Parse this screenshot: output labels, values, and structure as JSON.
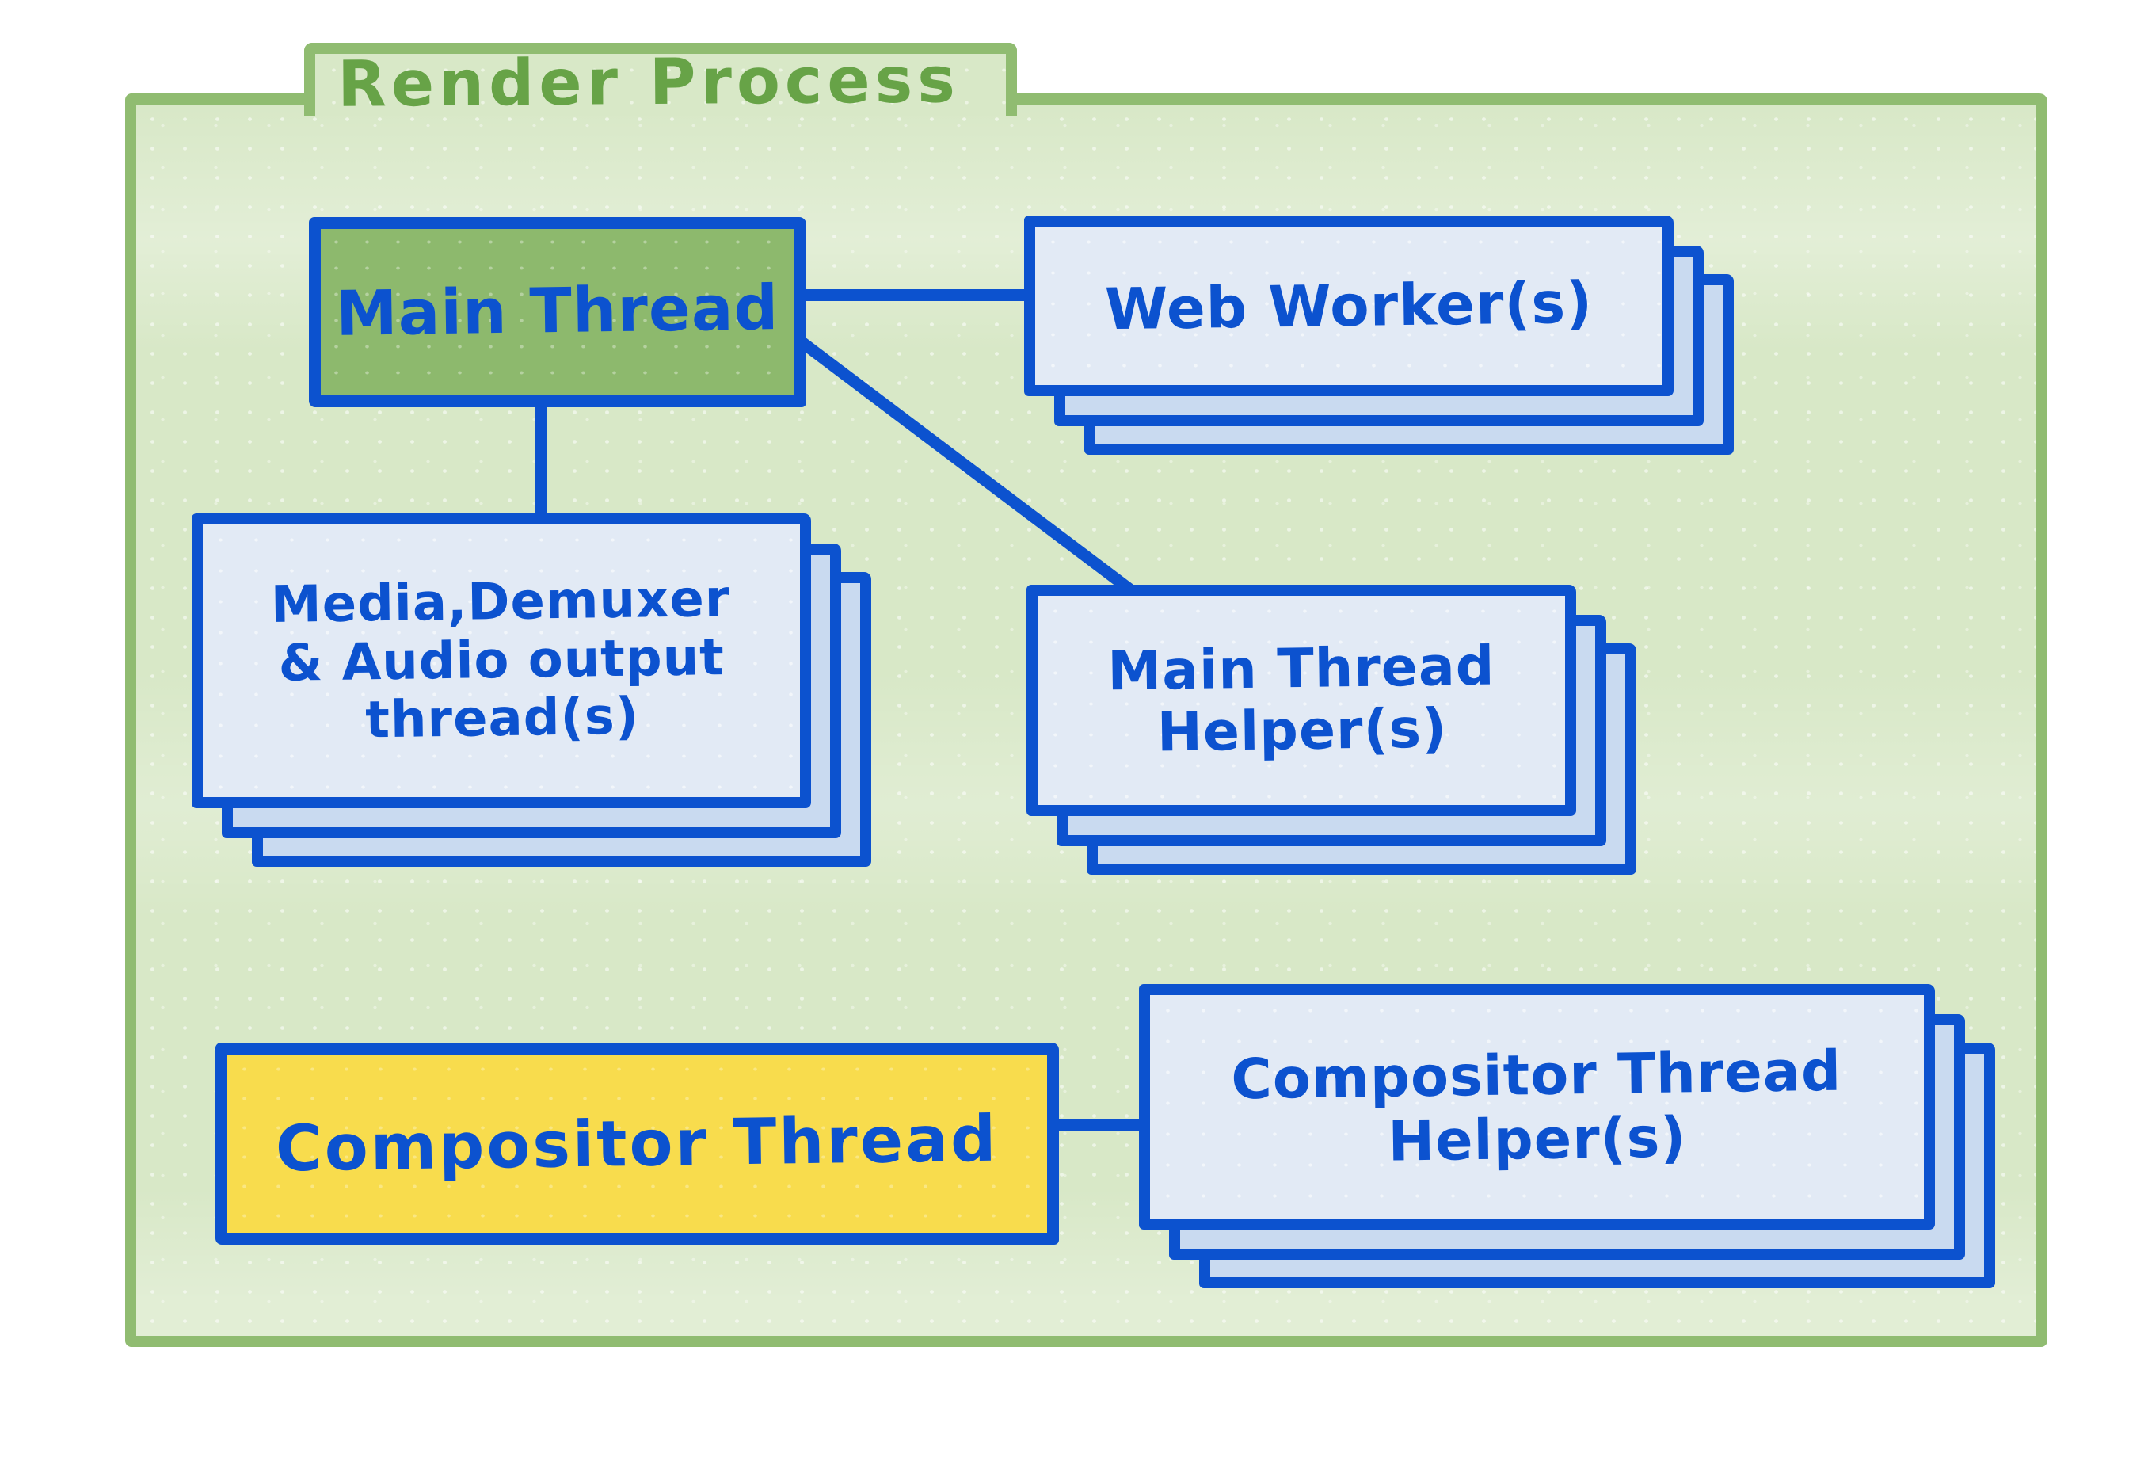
{
  "diagram": {
    "title": "Render Process",
    "colors": {
      "page_background": "#ffffff",
      "folder_border": "#90bc71",
      "folder_fill": "#d8e8c7",
      "title_green": "#67a347",
      "ink_blue": "#0c52cf",
      "card_front_fill": "#e2eaf5",
      "card_back_fill": "#c9daf0",
      "main_thread_fill": "#8db96d",
      "compositor_thread_fill": "#f8dc4d"
    },
    "nodes": [
      {
        "id": "main-thread",
        "kind": "single",
        "fill": "#8db96d",
        "lines": [
          "Main Thread"
        ]
      },
      {
        "id": "web-workers",
        "kind": "stack",
        "stack_count": 3,
        "lines": [
          "Web Worker(s)"
        ]
      },
      {
        "id": "media-demuxer-audio-threads",
        "kind": "stack",
        "stack_count": 3,
        "lines": [
          "Media,Demuxer",
          "& Audio output",
          "thread(s)"
        ]
      },
      {
        "id": "main-thread-helpers",
        "kind": "stack",
        "stack_count": 3,
        "lines": [
          "Main Thread",
          "Helper(s)"
        ]
      },
      {
        "id": "compositor-thread",
        "kind": "single",
        "fill": "#f8dc4d",
        "lines": [
          "Compositor Thread"
        ]
      },
      {
        "id": "compositor-thread-helpers",
        "kind": "stack",
        "stack_count": 3,
        "lines": [
          "Compositor Thread",
          "Helper(s)"
        ]
      }
    ],
    "edges": [
      {
        "from": "main-thread",
        "to": "web-workers"
      },
      {
        "from": "main-thread",
        "to": "media-demuxer-audio-threads"
      },
      {
        "from": "main-thread",
        "to": "main-thread-helpers"
      },
      {
        "from": "compositor-thread",
        "to": "compositor-thread-helpers"
      }
    ]
  }
}
